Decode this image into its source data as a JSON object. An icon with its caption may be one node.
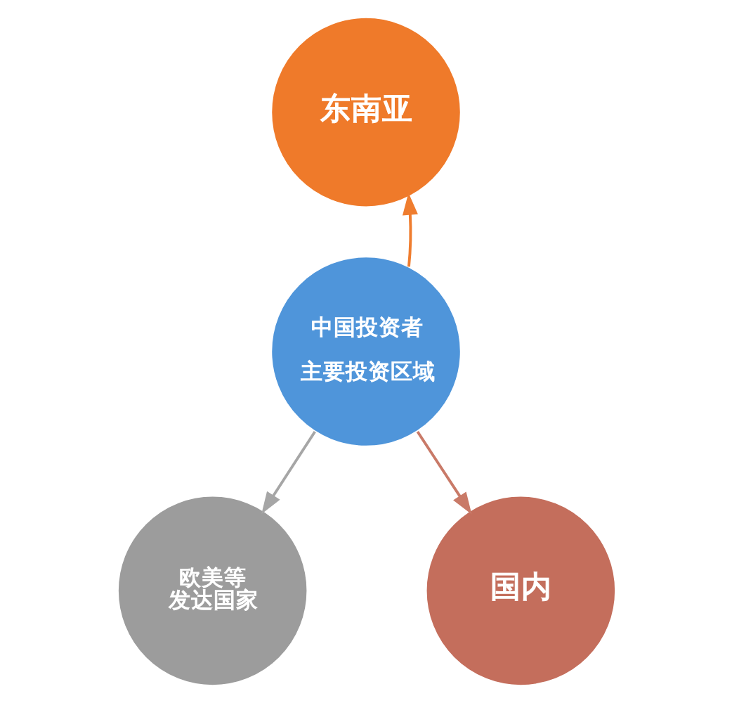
{
  "diagram": {
    "nodes": [
      {
        "text": [
          "东南亚"
        ]
      },
      {
        "text": [
          "中国投资者",
          "主要投资区域"
        ]
      },
      {
        "text": [
          "欧美等发达国家"
        ]
      },
      {
        "text": [
          "国内"
        ]
      }
    ],
    "edges": [
      {
        "from": 1,
        "to": 0,
        "arrow": "to",
        "color": "#ef7d2f"
      },
      {
        "from": 1,
        "to": 2,
        "arrow": "to",
        "color": "#a6a6a6"
      },
      {
        "from": 1,
        "to": 3,
        "arrow": "to",
        "color": "#c97a68"
      }
    ]
  }
}
